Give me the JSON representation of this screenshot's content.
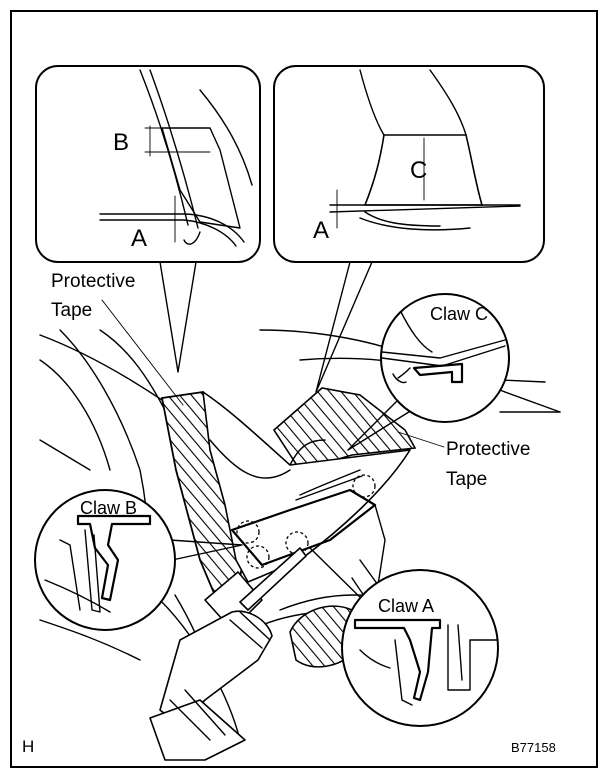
{
  "labels": {
    "dim_b": "B",
    "dim_a_left": "A",
    "dim_c": "C",
    "dim_a_right": "A",
    "protective_tape_left_line1": "Protective",
    "protective_tape_left_line2": "Tape",
    "protective_tape_right_line1": "Protective",
    "protective_tape_right_line2": "Tape",
    "claw_c": "Claw C",
    "claw_b": "Claw B",
    "claw_a": "Claw A",
    "corner_code": "H",
    "figure_id": "B77158"
  }
}
